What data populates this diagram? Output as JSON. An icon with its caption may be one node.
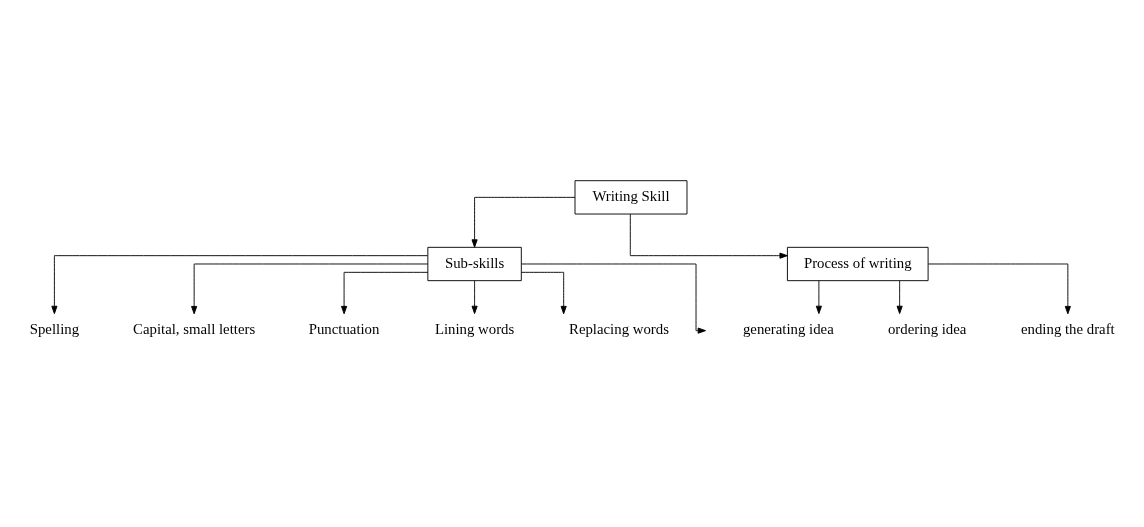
{
  "diagram": {
    "nodes": [
      {
        "text": [
          "Writing Skill"
        ]
      },
      {
        "text": [
          "Sub-skills"
        ]
      },
      {
        "text": [
          "Process of writing"
        ]
      },
      {
        "text": [
          "Spelling"
        ]
      },
      {
        "text": [
          "Capital, small letters"
        ]
      },
      {
        "text": [
          "Punctuation"
        ]
      },
      {
        "text": [
          "Lining words"
        ]
      },
      {
        "text": [
          "Replacing words"
        ]
      },
      {
        "text": [
          "generating idea"
        ]
      },
      {
        "text": [
          "ordering idea"
        ]
      },
      {
        "text": [
          "ending the draft"
        ]
      }
    ],
    "edges": [
      {
        "from": 0,
        "to": 1,
        "arrow": "to"
      },
      {
        "from": 0,
        "to": 2,
        "arrow": "to"
      },
      {
        "from": 1,
        "to": 3,
        "arrow": "to"
      },
      {
        "from": 1,
        "to": 4,
        "arrow": "to"
      },
      {
        "from": 1,
        "to": 5,
        "arrow": "to"
      },
      {
        "from": 1,
        "to": 6,
        "arrow": "to"
      },
      {
        "from": 1,
        "to": 7,
        "arrow": "to"
      },
      {
        "from": 1,
        "to": null,
        "arrow": "to"
      },
      {
        "from": 2,
        "to": 8,
        "arrow": "to"
      },
      {
        "from": 2,
        "to": 9,
        "arrow": "to"
      },
      {
        "from": 2,
        "to": 10,
        "arrow": "to"
      }
    ]
  }
}
